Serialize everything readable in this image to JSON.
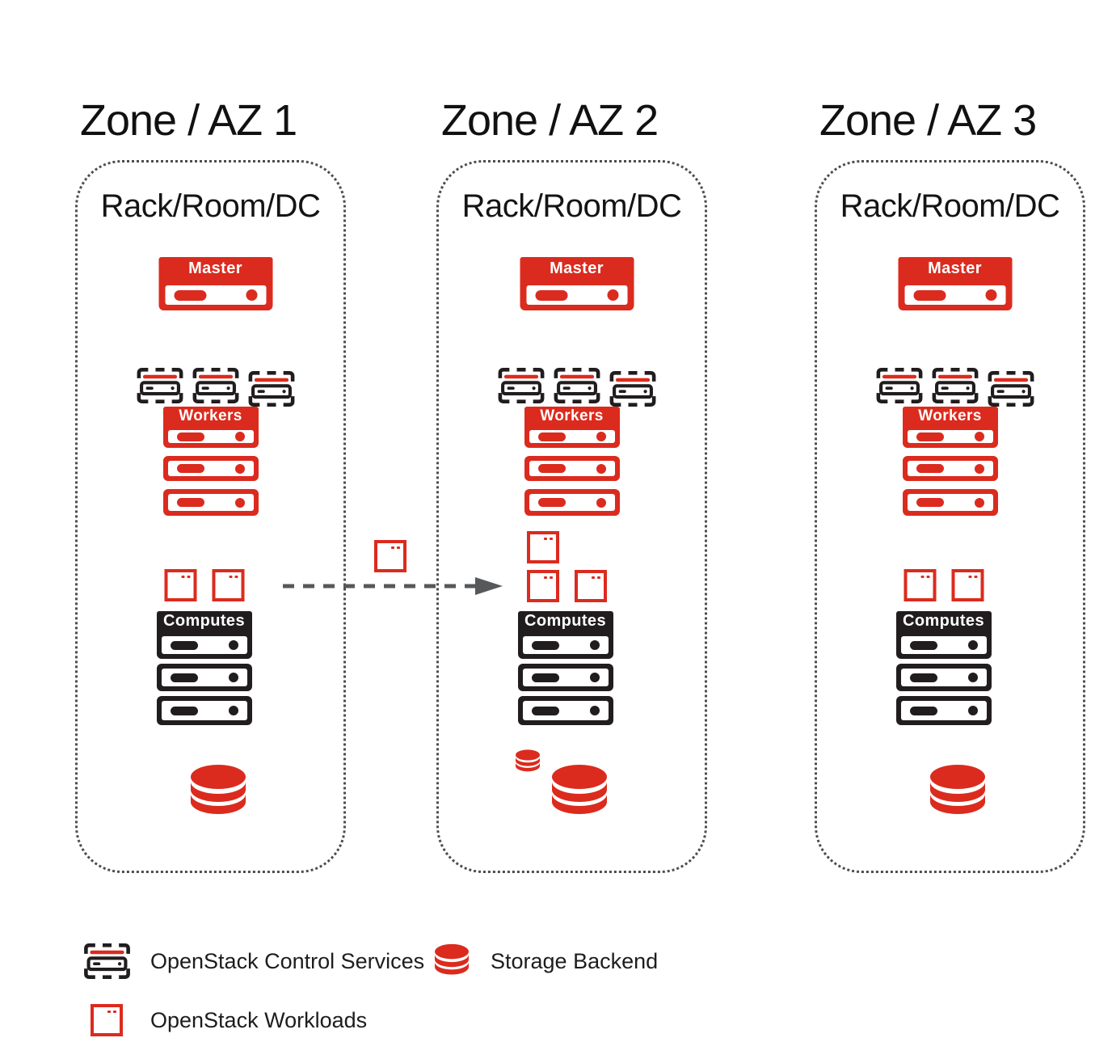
{
  "diagram": {
    "zones": [
      {
        "title": "Zone / AZ 1",
        "rack_label": "Rack/Room/DC",
        "master_label": "Master",
        "workers_label": "Workers",
        "computes_label": "Computes",
        "control_service_count": 3,
        "worker_server_count": 3,
        "compute_server_count": 3,
        "workload_count": 2,
        "storage": [
          "large"
        ]
      },
      {
        "title": "Zone / AZ 2",
        "rack_label": "Rack/Room/DC",
        "master_label": "Master",
        "workers_label": "Workers",
        "computes_label": "Computes",
        "control_service_count": 3,
        "worker_server_count": 3,
        "compute_server_count": 3,
        "workload_count": 3,
        "storage": [
          "small",
          "large"
        ]
      },
      {
        "title": "Zone / AZ 3",
        "rack_label": "Rack/Room/DC",
        "master_label": "Master",
        "workers_label": "Workers",
        "computes_label": "Computes",
        "control_service_count": 3,
        "worker_server_count": 3,
        "compute_server_count": 3,
        "workload_count": 2,
        "storage": [
          "large"
        ]
      }
    ],
    "migration_arrow": {
      "style": "dashed",
      "direction": "left-to-right",
      "from_zone": "Zone / AZ 1",
      "to_zone": "Zone / AZ 2",
      "carries": "workload"
    }
  },
  "legend": {
    "control_services": "OpenStack Control Services",
    "storage_backend": "Storage Backend",
    "workloads": "OpenStack Workloads"
  },
  "icons": {
    "control_services": "dashed-frame-server-icon",
    "storage_backend": "database-cylinder-icon",
    "workload": "red-square-vm-icon",
    "migration": "dashed-right-arrow-icon"
  },
  "colors": {
    "red": "#db2b1e",
    "black": "#211d1e",
    "arrow_gray": "#57585a",
    "dotted_border_gray": "#4d4d4d",
    "background": "#ffffff"
  }
}
